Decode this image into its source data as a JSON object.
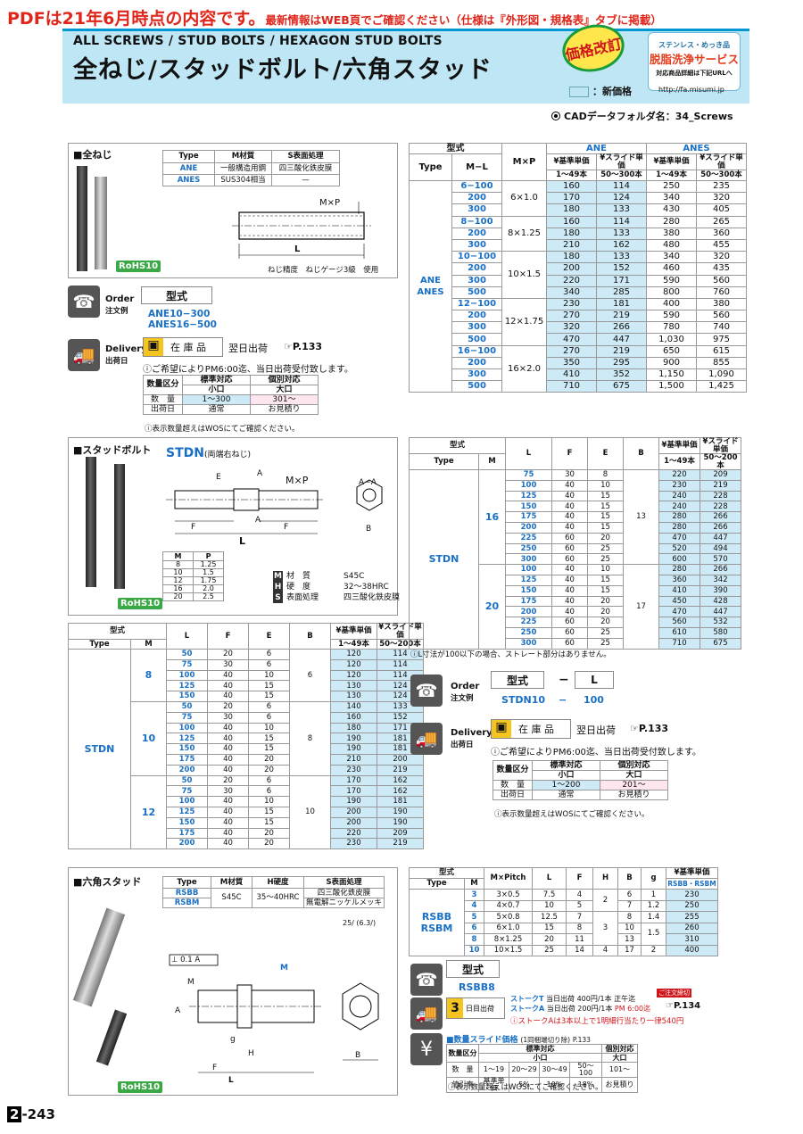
{
  "notice": {
    "big": "PDFは21年6月時点の内容です。",
    "small": "最新情報はWEB頁でご確認ください（仕様は『外形図・規格表』タブに掲載）"
  },
  "header": {
    "en": "ALL SCREWS / STUD BOLTS / HEXAGON STUD BOLTS",
    "jp": "全ねじ/スタッドボルト/六角スタッド",
    "badge": "価格改訂",
    "new_price": "：新価格",
    "svc1": "ステンレス・めっき品",
    "svc2": "脱脂洗浄サービス",
    "svc3": "対応商品詳細は下記URLへ",
    "url": "http://fa.misumi.jp"
  },
  "cad": "CADデータフォルダ名：34_Screws",
  "ane": {
    "title": "■全ねじ",
    "mat": {
      "h": [
        "Type",
        "M材質",
        "S表面処理"
      ],
      "r": [
        [
          "ANE",
          "一般構造用鋼",
          "四三酸化鉄皮膜"
        ],
        [
          "ANES",
          "SUS304相当",
          "—"
        ]
      ]
    },
    "mxp": "M×P",
    "L": "L",
    "thread": "ねじ精度　ねじゲージ3級　使用",
    "rohs": "RoHS10",
    "order": {
      "label": "Order",
      "jp": "注文例",
      "h": "型式",
      "e1": "ANE10−300",
      "e2": "ANES16−500"
    },
    "delivery": {
      "label": "Delivery",
      "jp": "出荷日",
      "stock": "在 庫 品",
      "next": "翌日出荷",
      "ref": "P.133",
      "pm": "ご希望によりPM6:00迄、当日出荷受付致します。",
      "q": {
        "h0": "数量区分",
        "h1": "標準対応",
        "h1b": "小口",
        "h2": "個別対応",
        "h2b": "大口",
        "r1": [
          "数　量",
          "1〜300",
          "301〜"
        ],
        "r2": [
          "出荷日",
          "通常",
          "お見積り"
        ]
      },
      "note": "表示数量超えはWOSにてご確認ください。"
    }
  },
  "ane_table": {
    "h": {
      "kata": "型式",
      "type": "Type",
      "ml": "M−L",
      "mxp": "M×P",
      "ane": "ANE",
      "anes": "ANES",
      "std": "¥基準単価",
      "slide": "¥スライド単価",
      "q1": "1〜49本",
      "q2": "50〜300本"
    },
    "type": "ANE\nANES",
    "groups": [
      {
        "mxp": "6×1.0",
        "rows": [
          [
            "6−100",
            "160",
            "114",
            "250",
            "235"
          ],
          [
            "200",
            "170",
            "124",
            "340",
            "320"
          ],
          [
            "300",
            "180",
            "133",
            "430",
            "405"
          ]
        ]
      },
      {
        "mxp": "8×1.25",
        "rows": [
          [
            "8−100",
            "160",
            "114",
            "280",
            "265"
          ],
          [
            "200",
            "180",
            "133",
            "380",
            "360"
          ],
          [
            "300",
            "210",
            "162",
            "480",
            "455"
          ]
        ]
      },
      {
        "mxp": "10×1.5",
        "rows": [
          [
            "10−100",
            "180",
            "133",
            "340",
            "320"
          ],
          [
            "200",
            "200",
            "152",
            "460",
            "435"
          ],
          [
            "300",
            "220",
            "171",
            "590",
            "560"
          ],
          [
            "500",
            "340",
            "285",
            "800",
            "760"
          ]
        ]
      },
      {
        "mxp": "12×1.75",
        "rows": [
          [
            "12−100",
            "230",
            "181",
            "400",
            "380"
          ],
          [
            "200",
            "270",
            "219",
            "590",
            "560"
          ],
          [
            "300",
            "320",
            "266",
            "780",
            "740"
          ],
          [
            "500",
            "470",
            "447",
            "1,030",
            "975"
          ]
        ]
      },
      {
        "mxp": "16×2.0",
        "rows": [
          [
            "16−100",
            "270",
            "219",
            "650",
            "615"
          ],
          [
            "200",
            "350",
            "295",
            "900",
            "855"
          ],
          [
            "300",
            "410",
            "352",
            "1,150",
            "1,090"
          ],
          [
            "500",
            "710",
            "675",
            "1,500",
            "1,425"
          ]
        ]
      }
    ]
  },
  "stdn": {
    "title": "■スタッドボルト",
    "name": "STDN",
    "sub": "(両端右ねじ)",
    "mp": {
      "h": [
        "M",
        "P"
      ],
      "r": [
        [
          "8",
          "1.25"
        ],
        [
          "10",
          "1.5"
        ],
        [
          "12",
          "1.75"
        ],
        [
          "16",
          "2.0"
        ],
        [
          "20",
          "2.5"
        ]
      ]
    },
    "spec": [
      [
        "M",
        "材　質",
        "S45C"
      ],
      [
        "H",
        "硬　度",
        "32〜38HRC"
      ],
      [
        "S",
        "表面処理",
        "四三酸化鉄皮膜"
      ]
    ],
    "rohs": "RoHS10",
    "lbls": {
      "E": "E",
      "A": "A",
      "F": "F",
      "L": "L",
      "MxP": "M×P",
      "AA": "A−A",
      "B": "B"
    }
  },
  "stdn_table_left": {
    "h": {
      "kata": "型式",
      "type": "Type",
      "m": "M",
      "l": "L",
      "f": "F",
      "e": "E",
      "b": "B",
      "std": "¥基準単価",
      "slide": "¥スライド単価",
      "q1": "1〜49本",
      "q2": "50〜200本"
    },
    "type": "STDN",
    "groups": [
      {
        "m": "8",
        "b": "6",
        "rows": [
          [
            "50",
            "20",
            "6",
            "120",
            "114"
          ],
          [
            "75",
            "30",
            "6",
            "120",
            "114"
          ],
          [
            "100",
            "40",
            "10",
            "120",
            "114"
          ],
          [
            "125",
            "40",
            "15",
            "130",
            "124"
          ],
          [
            "150",
            "40",
            "15",
            "130",
            "124"
          ]
        ]
      },
      {
        "m": "10",
        "b": "8",
        "rows": [
          [
            "50",
            "20",
            "6",
            "140",
            "133"
          ],
          [
            "75",
            "30",
            "6",
            "160",
            "152"
          ],
          [
            "100",
            "40",
            "10",
            "180",
            "171"
          ],
          [
            "125",
            "40",
            "15",
            "190",
            "181"
          ],
          [
            "150",
            "40",
            "15",
            "190",
            "181"
          ],
          [
            "175",
            "40",
            "20",
            "210",
            "200"
          ],
          [
            "200",
            "40",
            "20",
            "230",
            "219"
          ]
        ]
      },
      {
        "m": "12",
        "b": "10",
        "rows": [
          [
            "50",
            "20",
            "6",
            "170",
            "162"
          ],
          [
            "75",
            "30",
            "6",
            "170",
            "162"
          ],
          [
            "100",
            "40",
            "10",
            "190",
            "181"
          ],
          [
            "125",
            "40",
            "15",
            "200",
            "190"
          ],
          [
            "150",
            "40",
            "15",
            "200",
            "190"
          ],
          [
            "175",
            "40",
            "20",
            "220",
            "209"
          ],
          [
            "200",
            "40",
            "20",
            "230",
            "219"
          ]
        ]
      }
    ]
  },
  "stdn_table_right": {
    "type": "STDN",
    "groups": [
      {
        "m": "16",
        "b": "13",
        "rows": [
          [
            "75",
            "30",
            "8",
            "220",
            "209"
          ],
          [
            "100",
            "40",
            "10",
            "230",
            "219"
          ],
          [
            "125",
            "40",
            "15",
            "240",
            "228"
          ],
          [
            "150",
            "40",
            "15",
            "240",
            "228"
          ],
          [
            "175",
            "40",
            "15",
            "280",
            "266"
          ],
          [
            "200",
            "40",
            "15",
            "280",
            "266"
          ],
          [
            "225",
            "60",
            "20",
            "470",
            "447"
          ],
          [
            "250",
            "60",
            "25",
            "520",
            "494"
          ],
          [
            "300",
            "60",
            "25",
            "600",
            "570"
          ]
        ]
      },
      {
        "m": "20",
        "b": "17",
        "rows": [
          [
            "100",
            "40",
            "10",
            "280",
            "266"
          ],
          [
            "125",
            "40",
            "15",
            "360",
            "342"
          ],
          [
            "150",
            "40",
            "15",
            "410",
            "390"
          ],
          [
            "175",
            "40",
            "20",
            "450",
            "428"
          ],
          [
            "200",
            "40",
            "20",
            "470",
            "447"
          ],
          [
            "225",
            "60",
            "20",
            "560",
            "532"
          ],
          [
            "250",
            "60",
            "25",
            "610",
            "580"
          ],
          [
            "300",
            "60",
            "25",
            "710",
            "675"
          ]
        ]
      }
    ],
    "note": "L寸法が100以下の場合、ストレート部分はありません。"
  },
  "stdn_order": {
    "label": "Order",
    "jp": "注文例",
    "h1": "型式",
    "dash": "−",
    "h2": "L",
    "e1": "STDN10",
    "e2": "100"
  },
  "stdn_delivery": {
    "label": "Delivery",
    "jp": "出荷日",
    "stock": "在 庫 品",
    "next": "翌日出荷",
    "ref": "P.133",
    "pm": "ご希望によりPM6:00迄、当日出荷受付致します。",
    "q": {
      "h0": "数量区分",
      "h1": "標準対応",
      "h1b": "小口",
      "h2": "個別対応",
      "h2b": "大口",
      "r1": [
        "数　量",
        "1〜200",
        "201〜"
      ],
      "r2": [
        "出荷日",
        "通常",
        "お見積り"
      ]
    },
    "note": "表示数量超えはWOSにてご確認ください。"
  },
  "rsb": {
    "title": "■六角スタッド",
    "mat": {
      "h": [
        "Type",
        "M材質",
        "H硬度",
        "S表面処理"
      ],
      "r1": [
        "RSBB",
        "S45C",
        "35〜40HRC",
        "四三酸化鉄皮膜"
      ],
      "r2": [
        "RSBM",
        "",
        "",
        "無電解ニッケルメッキ"
      ]
    },
    "rough": "25/ (6.3/)",
    "rohs": "RoHS10",
    "lbls": {
      "perp": "⊥ 0.1 A",
      "A": "A",
      "M": "M",
      "g": "g",
      "H": "H",
      "F": "F",
      "L": "L",
      "B": "B"
    }
  },
  "rsb_table": {
    "h": {
      "kata": "型式",
      "type": "Type",
      "m": "M",
      "mp": "M×Pitch",
      "l": "L",
      "f": "F",
      "hh": "H",
      "b": "B",
      "g": "g",
      "std": "¥基準単価",
      "sub": "RSBB・RSBM"
    },
    "type": "RSBB\nRSBM",
    "rows": [
      [
        "3",
        "3×0.5",
        "7.5",
        "4",
        "",
        "6",
        "1",
        "230"
      ],
      [
        "4",
        "4×0.7",
        "10",
        "5",
        "",
        "7",
        "1.2",
        "250"
      ],
      [
        "5",
        "5×0.8",
        "12.5",
        "7",
        "",
        "8",
        "1.4",
        "255"
      ],
      [
        "6",
        "6×1.0",
        "15",
        "8",
        "",
        "10",
        "",
        "260"
      ],
      [
        "8",
        "8×1.25",
        "20",
        "11",
        "",
        "13",
        "",
        "310"
      ],
      [
        "10",
        "10×1.5",
        "25",
        "14",
        "4",
        "17",
        "2",
        "400"
      ]
    ],
    "h_merge": [
      [
        "2",
        "0",
        "2"
      ],
      [
        "3",
        "2",
        "4"
      ]
    ],
    "g_merge": [
      "1.5",
      "3",
      "4"
    ]
  },
  "rsb_order": {
    "h": "型式",
    "e": "RSBB8"
  },
  "rsb_ship": {
    "days": "3",
    "unit": "日目出荷",
    "st": "ストークT",
    "sa": "ストークA",
    "t1": "当日出荷",
    "t2": "400円/1本",
    "t3": "正午迄",
    "a1": "当日出荷",
    "a2": "200円/1本",
    "a3": "PM 6:00迄",
    "ref": "P.134",
    "tag": "ご注文締切",
    "note": "ストークAは3本以上で1明細行当たり一律540円"
  },
  "rsb_slide": {
    "title": "■数量スライド価格",
    "sub": "(1同梱端切り除)",
    "ref": "P.133",
    "h0": "数量区分",
    "h1": "標準対応",
    "h1b": "小口",
    "h2": "個別対応",
    "h2b": "大口",
    "r1": [
      "数　量",
      "1〜19",
      "20〜29",
      "30〜49",
      "50〜100",
      "101〜"
    ],
    "r2": [
      "値引率",
      "基準単価",
      "5%",
      "10%",
      "18%",
      "お見積り"
    ],
    "note": "表示数量超えはWOSにてご確認ください。"
  },
  "footer": {
    "pg": "2",
    "num": "-243"
  }
}
